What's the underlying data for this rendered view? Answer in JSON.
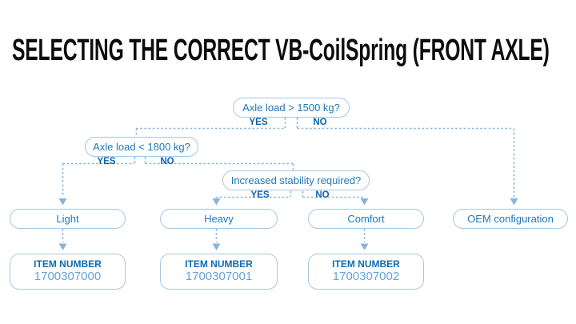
{
  "title": "SELECTING THE CORRECT VB-CoilSpring (FRONT AXLE)",
  "flowchart": {
    "decisions": [
      {
        "question": "Axle load > 1500 kg?",
        "yes_label": "YES",
        "no_label": "NO"
      },
      {
        "question": "Axle load < 1800 kg?",
        "yes_label": "YES",
        "no_label": "NO"
      },
      {
        "question": "Increased stability required?",
        "yes_label": "YES",
        "no_label": "NO"
      }
    ],
    "outcomes": [
      {
        "name": "Light",
        "item_label": "ITEM NUMBER",
        "item_number": "1700307000"
      },
      {
        "name": "Heavy",
        "item_label": "ITEM NUMBER",
        "item_number": "1700307001"
      },
      {
        "name": "Comfort",
        "item_label": "ITEM NUMBER",
        "item_number": "1700307002"
      },
      {
        "name": "OEM configuration"
      }
    ]
  },
  "colors": {
    "background": "#ffffff",
    "title_text": "#0d0d0d",
    "box_border": "#a6c7e3",
    "box_text": "#1e79be",
    "yes_no_text": "#0b63ac",
    "item_label_text": "#0d6cb5",
    "item_number_text": "#66a3d8",
    "connector": "#8ab4dc"
  }
}
